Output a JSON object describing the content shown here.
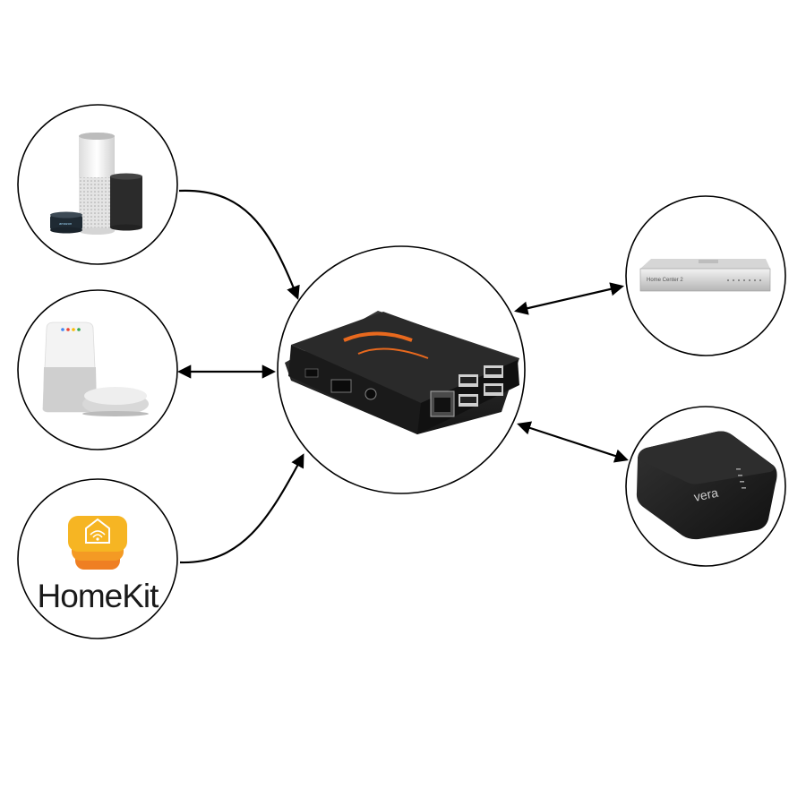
{
  "nodes": {
    "hub": {
      "name": "raspberry-pi-hub"
    },
    "alexa": {
      "name": "amazon-echo-devices"
    },
    "google": {
      "name": "google-home-devices"
    },
    "homekit": {
      "name": "homekit",
      "label": "HomeKit"
    },
    "fibaro": {
      "name": "fibaro-home-center",
      "label": "Home Center 2"
    },
    "vera": {
      "name": "vera-controller",
      "label": "vera"
    }
  },
  "colors": {
    "stroke": "#000000",
    "accent_orange": "#e8691e",
    "homekit_yellow": "#f6b523",
    "homekit_orange": "#f08a24",
    "device_black": "#1c1c1c"
  },
  "connections": [
    {
      "from": "alexa",
      "to": "hub",
      "direction": "to-hub"
    },
    {
      "from": "google",
      "to": "hub",
      "direction": "bidirectional"
    },
    {
      "from": "homekit",
      "to": "hub",
      "direction": "to-hub"
    },
    {
      "from": "fibaro",
      "to": "hub",
      "direction": "bidirectional"
    },
    {
      "from": "vera",
      "to": "hub",
      "direction": "bidirectional"
    }
  ]
}
